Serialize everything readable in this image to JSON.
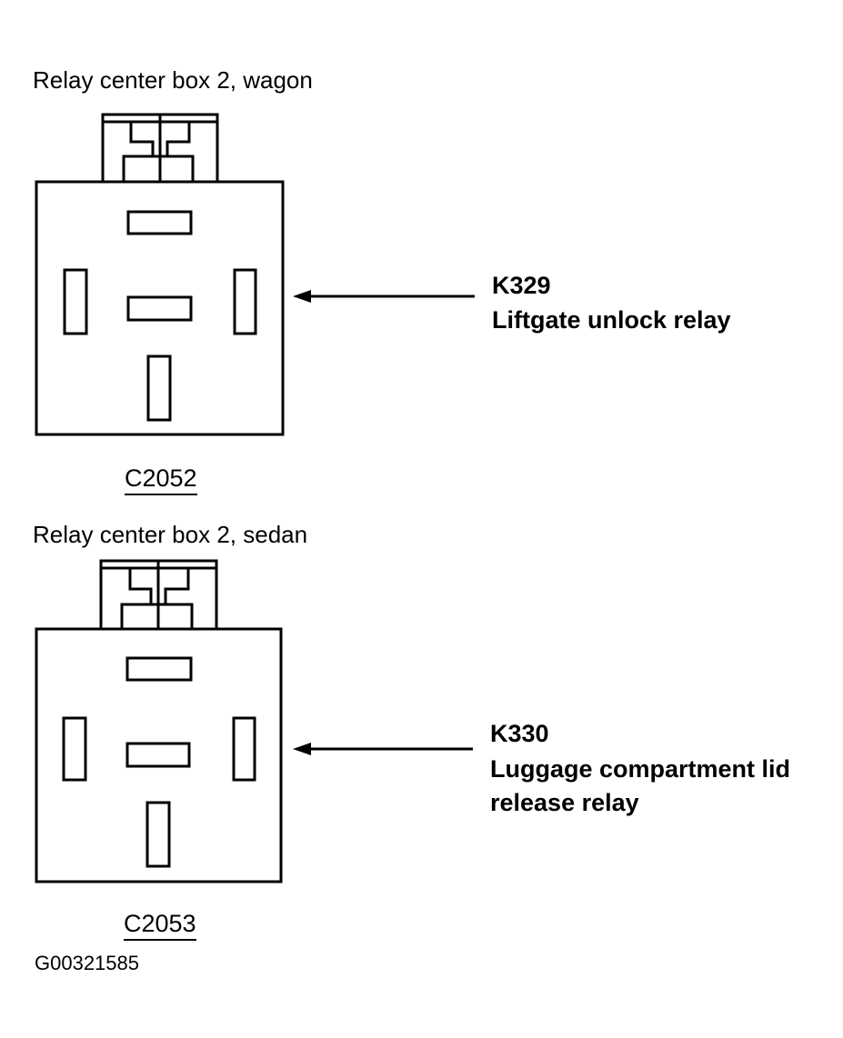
{
  "diagram": {
    "relays": [
      {
        "heading": "Relay center box 2, wagon",
        "connector_id": "C2052",
        "relay_code": "K329",
        "relay_name_lines": [
          "Liftgate unlock relay"
        ]
      },
      {
        "heading": "Relay center box 2, sedan",
        "connector_id": "C2053",
        "relay_code": "K330",
        "relay_name_lines": [
          "Luggage compartment lid",
          "release relay"
        ]
      }
    ],
    "figure_id": "G00321585"
  }
}
